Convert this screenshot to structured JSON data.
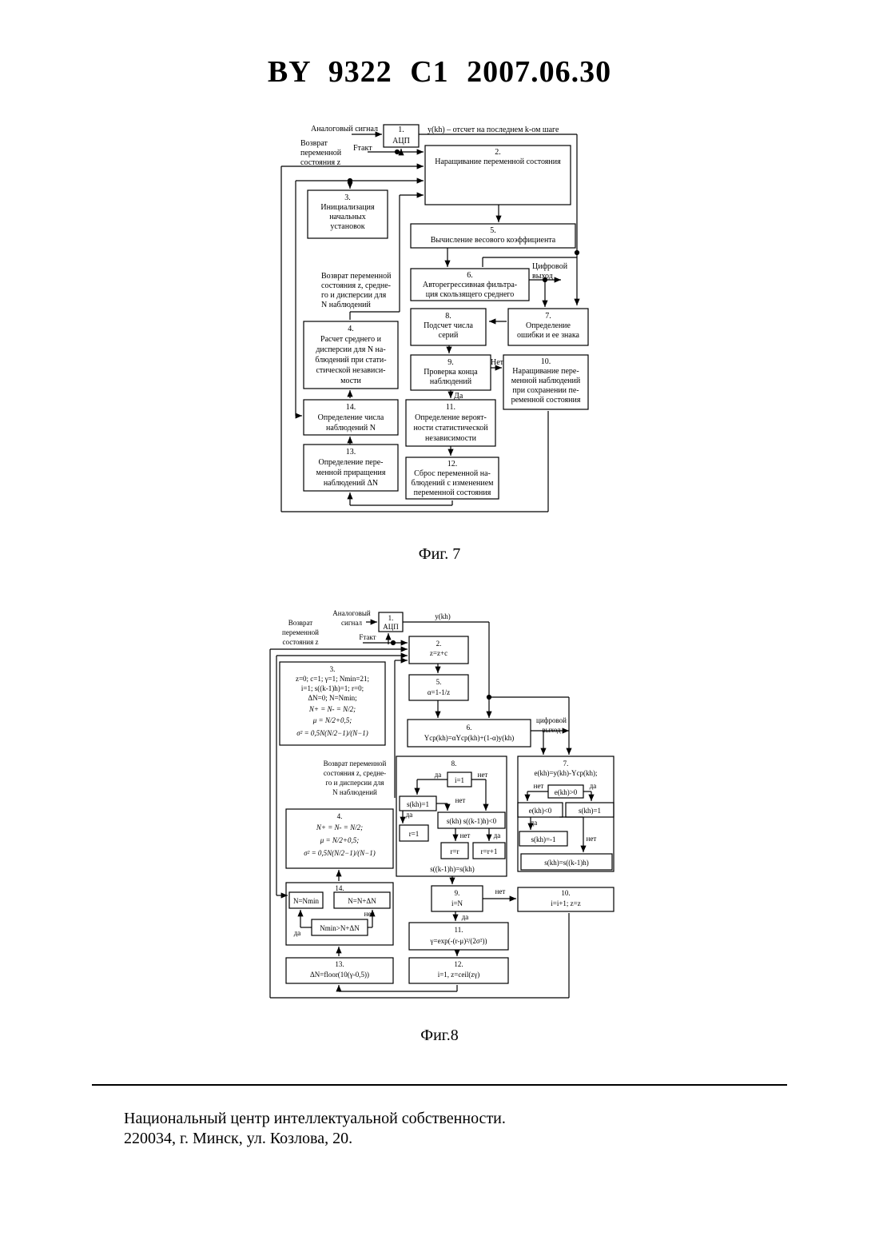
{
  "header": {
    "patent_id": "BY  9322  C1  2007.06.30"
  },
  "figures": [
    {
      "caption": "Фиг. 7",
      "labels": {
        "analog_signal": "Аналоговый сигнал",
        "adc_num": "1.",
        "adc": "АЦП",
        "ykh": "y(kh) – отсчет на последнем k-ом шаге",
        "return_z_1": "Возврат",
        "return_z_2": "переменной",
        "return_z_3": "состояния z",
        "fclk": "Fтакт",
        "b2_num": "2.",
        "b2_text": "Наращивание переменной состояния",
        "b3_num": "3.",
        "b3_l1": "Инициализация",
        "b3_l2": "начальных",
        "b3_l3": "установок",
        "b5_num": "5.",
        "b5_text": "Вычисление весового коэффициента",
        "b6_num": "6.",
        "b6_l1": "Авторегрессивная фильтра-",
        "b6_l2": "ция скользящего среднего",
        "digital_out_1": "Цифровой",
        "digital_out_2": "выход",
        "ret_stats_1": "Возврат переменной",
        "ret_stats_2": "состояния z, средне-",
        "ret_stats_3": "го и дисперсии для",
        "ret_stats_4": "N наблюдений",
        "b8_num": "8.",
        "b8_l1": "Подсчет числа",
        "b8_l2": "серий",
        "b7_num": "7.",
        "b7_l1": "Определение",
        "b7_l2": "ошибки и ее знака",
        "b4_num": "4.",
        "b4_l1": "Расчет среднего и",
        "b4_l2": "дисперсии для N на-",
        "b4_l3": "блюдений при стати-",
        "b4_l4": "стической независи-",
        "b4_l5": "мости",
        "b9_num": "9.",
        "b9_l1": "Проверка конца",
        "b9_l2": "наблюдений",
        "no": "Нет",
        "yes": "Да",
        "b10_num": "10.",
        "b10_l1": "Наращивание пере-",
        "b10_l2": "менной наблюдений",
        "b10_l3": "при сохранении пе-",
        "b10_l4": "ременной состояния",
        "b14_num": "14.",
        "b14_l1": "Определение       числа",
        "b14_l2": "наблюдений N",
        "b11_num": "11.",
        "b11_l1": "Определение вероят-",
        "b11_l2": "ности статистической",
        "b11_l3": "независимости",
        "b13_num": "13.",
        "b13_l1": "Определение       пере-",
        "b13_l2": "менной    приращения",
        "b13_l3": "наблюдений ΔN",
        "b12_num": "12.",
        "b12_l1": "Сброс переменной на-",
        "b12_l2": "блюдений с изменением",
        "b12_l3": "переменной состояния"
      }
    },
    {
      "caption": "Фиг.8",
      "labels": {
        "analog_1": "Аналоговый",
        "analog_2": "сигнал",
        "adc_num": "1.",
        "adc": "АЦП",
        "ykh": "y(kh)",
        "return_1": "Возврат",
        "return_2": "переменной",
        "return_3": "состояния z",
        "fclk": "Fтакт",
        "b2_num": "2.",
        "b2": "z=z+c",
        "b3_num": "3.",
        "b3_l1": "z=0; c=1; γ=1; Nmin=21;",
        "b3_l2": "i=1; s((k-1)h)=1; r=0;",
        "b3_l3": "ΔN=0; N=Nmin;",
        "b3_l4": "N+ = N- = N/2;",
        "b3_l5": "μ = N/2+0,5;",
        "b3_l6": "σ² = 0,5N(N/2−1)/(N−1)",
        "b5_num": "5.",
        "b5": "α=1-1/z",
        "b6_num": "6.",
        "b6": "Yср(kh)=αYср(kh)+(1-α)y(kh)",
        "digital_1": "цифровой",
        "digital_2": "выход",
        "ret_1": "Возврат переменной",
        "ret_2": "состояния z, средне-",
        "ret_3": "го и дисперсии для",
        "ret_4": "N наблюдений",
        "b8_num": "8.",
        "i1": "i=1",
        "da": "да",
        "net": "нет",
        "skh1": "s(kh)=1",
        "sprod": "s(kh) s((k-1)h)<0",
        "r1": "r=1",
        "rr": "r=r",
        "rr1": "r=r+1",
        "sprev": "s((k-1)h)=s(kh)",
        "b7_num": "7.",
        "b7": "e(kh)=y(kh)-Yср(kh);",
        "ekh_pos": "e(kh)>0",
        "ekh_neg": "e(kh)<0",
        "skh_p1": "s(kh)=1",
        "skh_m1": "s(kh)=-1",
        "skh_prev": "s(kh)=s((k-1)h)",
        "b4_num": "4.",
        "b4_l1": "N+ = N- = N/2;",
        "b4_l2": "μ = N/2+0,5;",
        "b4_l3": "σ² = 0,5N(N/2−1)/(N−1)",
        "b14_num": "14.",
        "nmin": "N=Nmin",
        "nadd": "N=N+ΔN",
        "ncheck": "Nmin>N+ΔN",
        "b9_num": "9.",
        "b9": "i=N",
        "b10_num": "10.",
        "b10": "i=i+1; z=z",
        "b11_num": "11.",
        "b11": "γ=exp(-(r-μ)²/(2σ²))",
        "b13_num": "13.",
        "b13": "ΔN=floor(10(γ-0,5))",
        "b12_num": "12.",
        "b12": "i=1, z=ceil(zγ)"
      }
    }
  ],
  "footer": {
    "line1": "Национальный центр интеллектуальной собственности.",
    "line2": "220034, г. Минск, ул. Козлова, 20."
  }
}
